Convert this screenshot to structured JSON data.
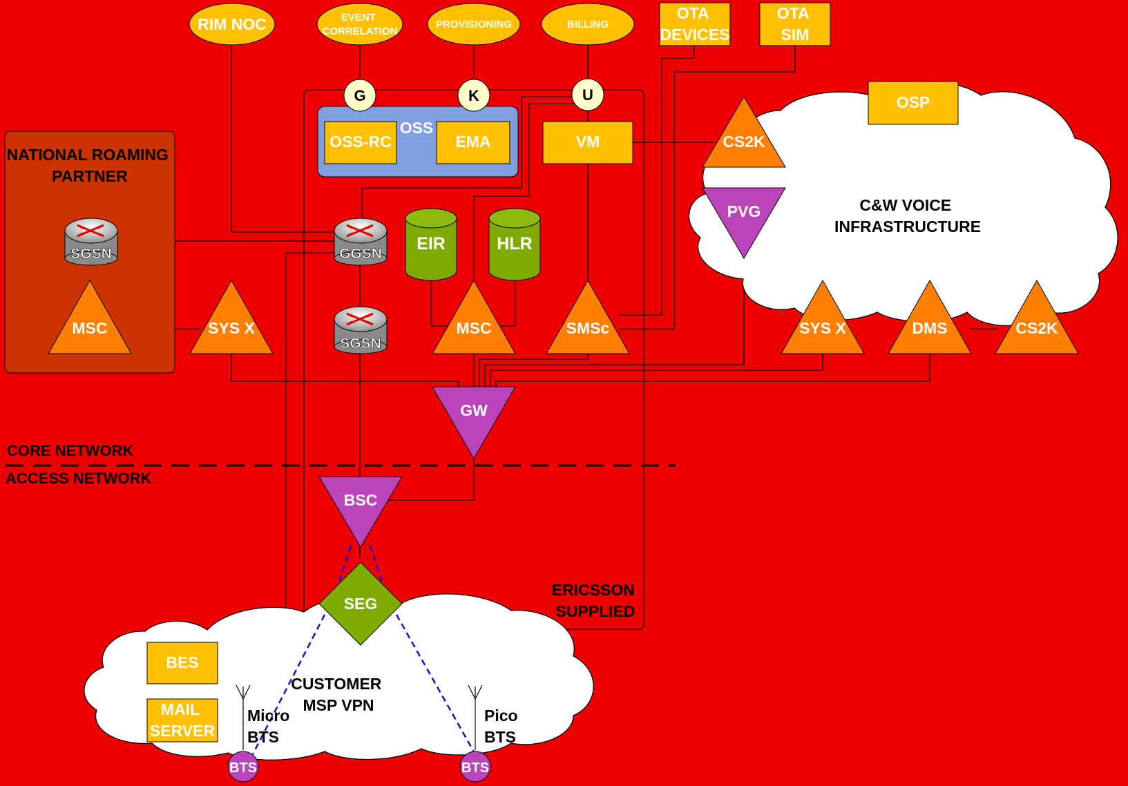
{
  "colors": {
    "background": "#ee0000",
    "partner_box": "#cc3300",
    "ellipse": "#ffc000",
    "box": "#ffc000",
    "oss_panel": "#7f9fe0",
    "triangle": "#ff8000",
    "inverted_triangle": "#bb44bb",
    "cylinder": "#7faa00",
    "diamond": "#7faa00",
    "cloud": "#ffffff"
  },
  "top_systems": {
    "rim_noc": "RIM NOC",
    "event_correlation": [
      "EVENT",
      "CORRELATION"
    ],
    "provisioning": "PROVISIONING",
    "billing": "BILLING",
    "ota_devices": [
      "OTA",
      "DEVICES"
    ],
    "ota_sim": [
      "OTA",
      "SIM"
    ]
  },
  "interfaces": {
    "g": "G",
    "k": "K",
    "u": "U"
  },
  "oss": {
    "title": "OSS",
    "oss_rc": "OSS-RC",
    "ema": "EMA"
  },
  "vm": "VM",
  "partner": {
    "title": [
      "NATIONAL ROAMING",
      "PARTNER"
    ],
    "sgsn": "SGSN",
    "msc": "MSC"
  },
  "core": {
    "sys_x": "SYS X",
    "ggsn": "GGSN",
    "sgsn": "SGSN",
    "eir": "EIR",
    "hlr": "HLR",
    "msc": "MSC",
    "smsc": "SMSc",
    "gw": "GW"
  },
  "voice": {
    "cloud_label": [
      "C&W VOICE",
      "INFRASTRUCTURE"
    ],
    "osp": "OSP",
    "cs2k_top": "CS2K",
    "pvg": "PVG",
    "sys_x": "SYS X",
    "dms": "DMS",
    "cs2k_bottom": "CS2K"
  },
  "divider": {
    "core": "CORE NETWORK",
    "access": "ACCESS NETWORK"
  },
  "access": {
    "bsc": "BSC",
    "seg": "SEG",
    "ericsson": [
      "ERICSSON",
      "SUPPLIED"
    ]
  },
  "customer": {
    "cloud_label": [
      "CUSTOMER",
      "MSP VPN"
    ],
    "bes": "BES",
    "mail_server": [
      "MAIL",
      "SERVER"
    ],
    "micro_bts": [
      "Micro",
      "BTS"
    ],
    "pico_bts": [
      "Pico",
      "BTS"
    ],
    "bts_left": "BTS",
    "bts_right": "BTS"
  }
}
